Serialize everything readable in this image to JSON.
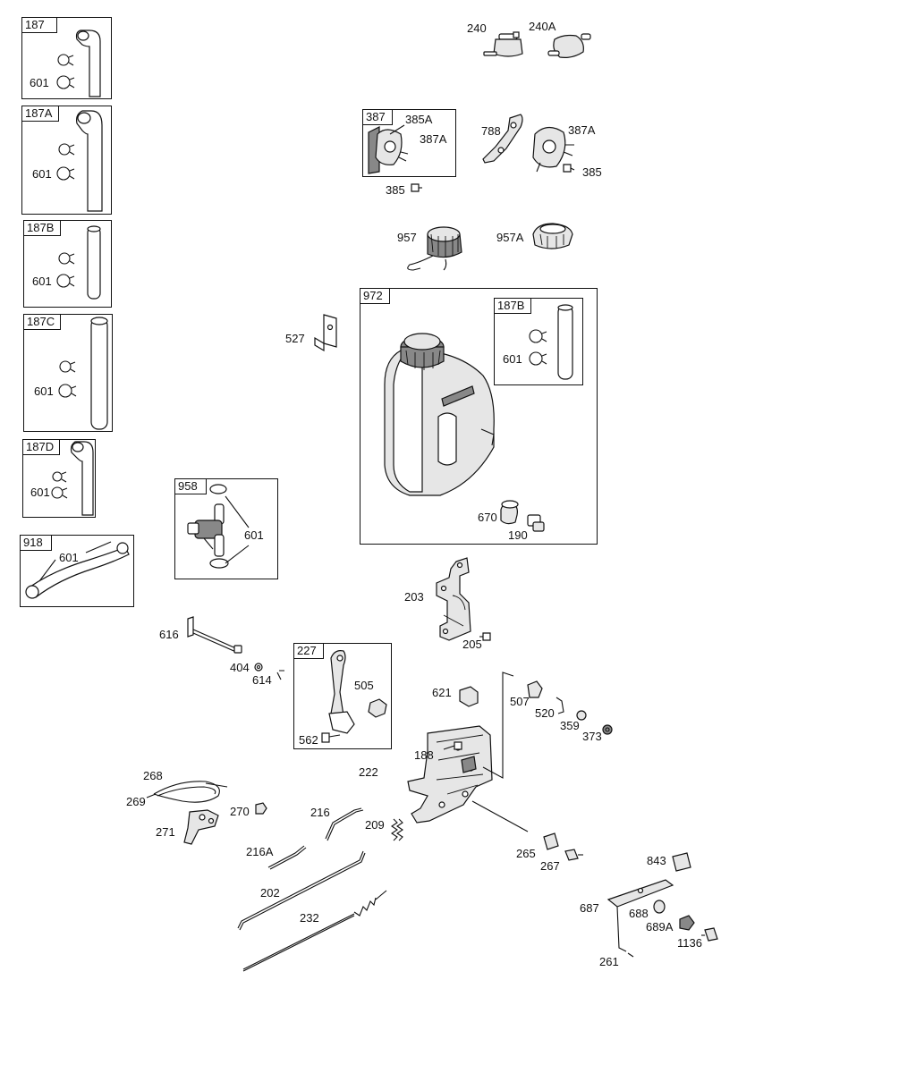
{
  "groups": {
    "g187": "187",
    "g187a": "187A",
    "g187b": "187B",
    "g187c": "187C",
    "g187d": "187D",
    "g918": "918",
    "g958": "958",
    "g387": "387",
    "g972": "972",
    "g972_187b": "187B",
    "g227": "227"
  },
  "labels": {
    "l601_187": "601",
    "l601_187a": "601",
    "l601_187b": "601",
    "l601_187c": "601",
    "l601_187d": "601",
    "l601_918": "601",
    "l601_958": "601",
    "l601_972": "601",
    "l240": "240",
    "l240a": "240A",
    "l385a": "385A",
    "l387a_in": "387A",
    "l385_in": "385",
    "l788": "788",
    "l387a": "387A",
    "l385": "385",
    "l957": "957",
    "l957a": "957A",
    "l527": "527",
    "l670": "670",
    "l190": "190",
    "l203": "203",
    "l205": "205",
    "l616": "616",
    "l404": "404",
    "l614": "614",
    "l505": "505",
    "l562": "562",
    "l621": "621",
    "l507": "507",
    "l520": "520",
    "l359": "359",
    "l373": "373",
    "l188": "188",
    "l222": "222",
    "l268": "268",
    "l269": "269",
    "l270": "270",
    "l271": "271",
    "l216": "216",
    "l209": "209",
    "l216a": "216A",
    "l202": "202",
    "l232": "232",
    "l265": "265",
    "l267": "267",
    "l843": "843",
    "l687": "687",
    "l688": "688",
    "l689a": "689A",
    "l1136": "1136",
    "l261": "261"
  }
}
